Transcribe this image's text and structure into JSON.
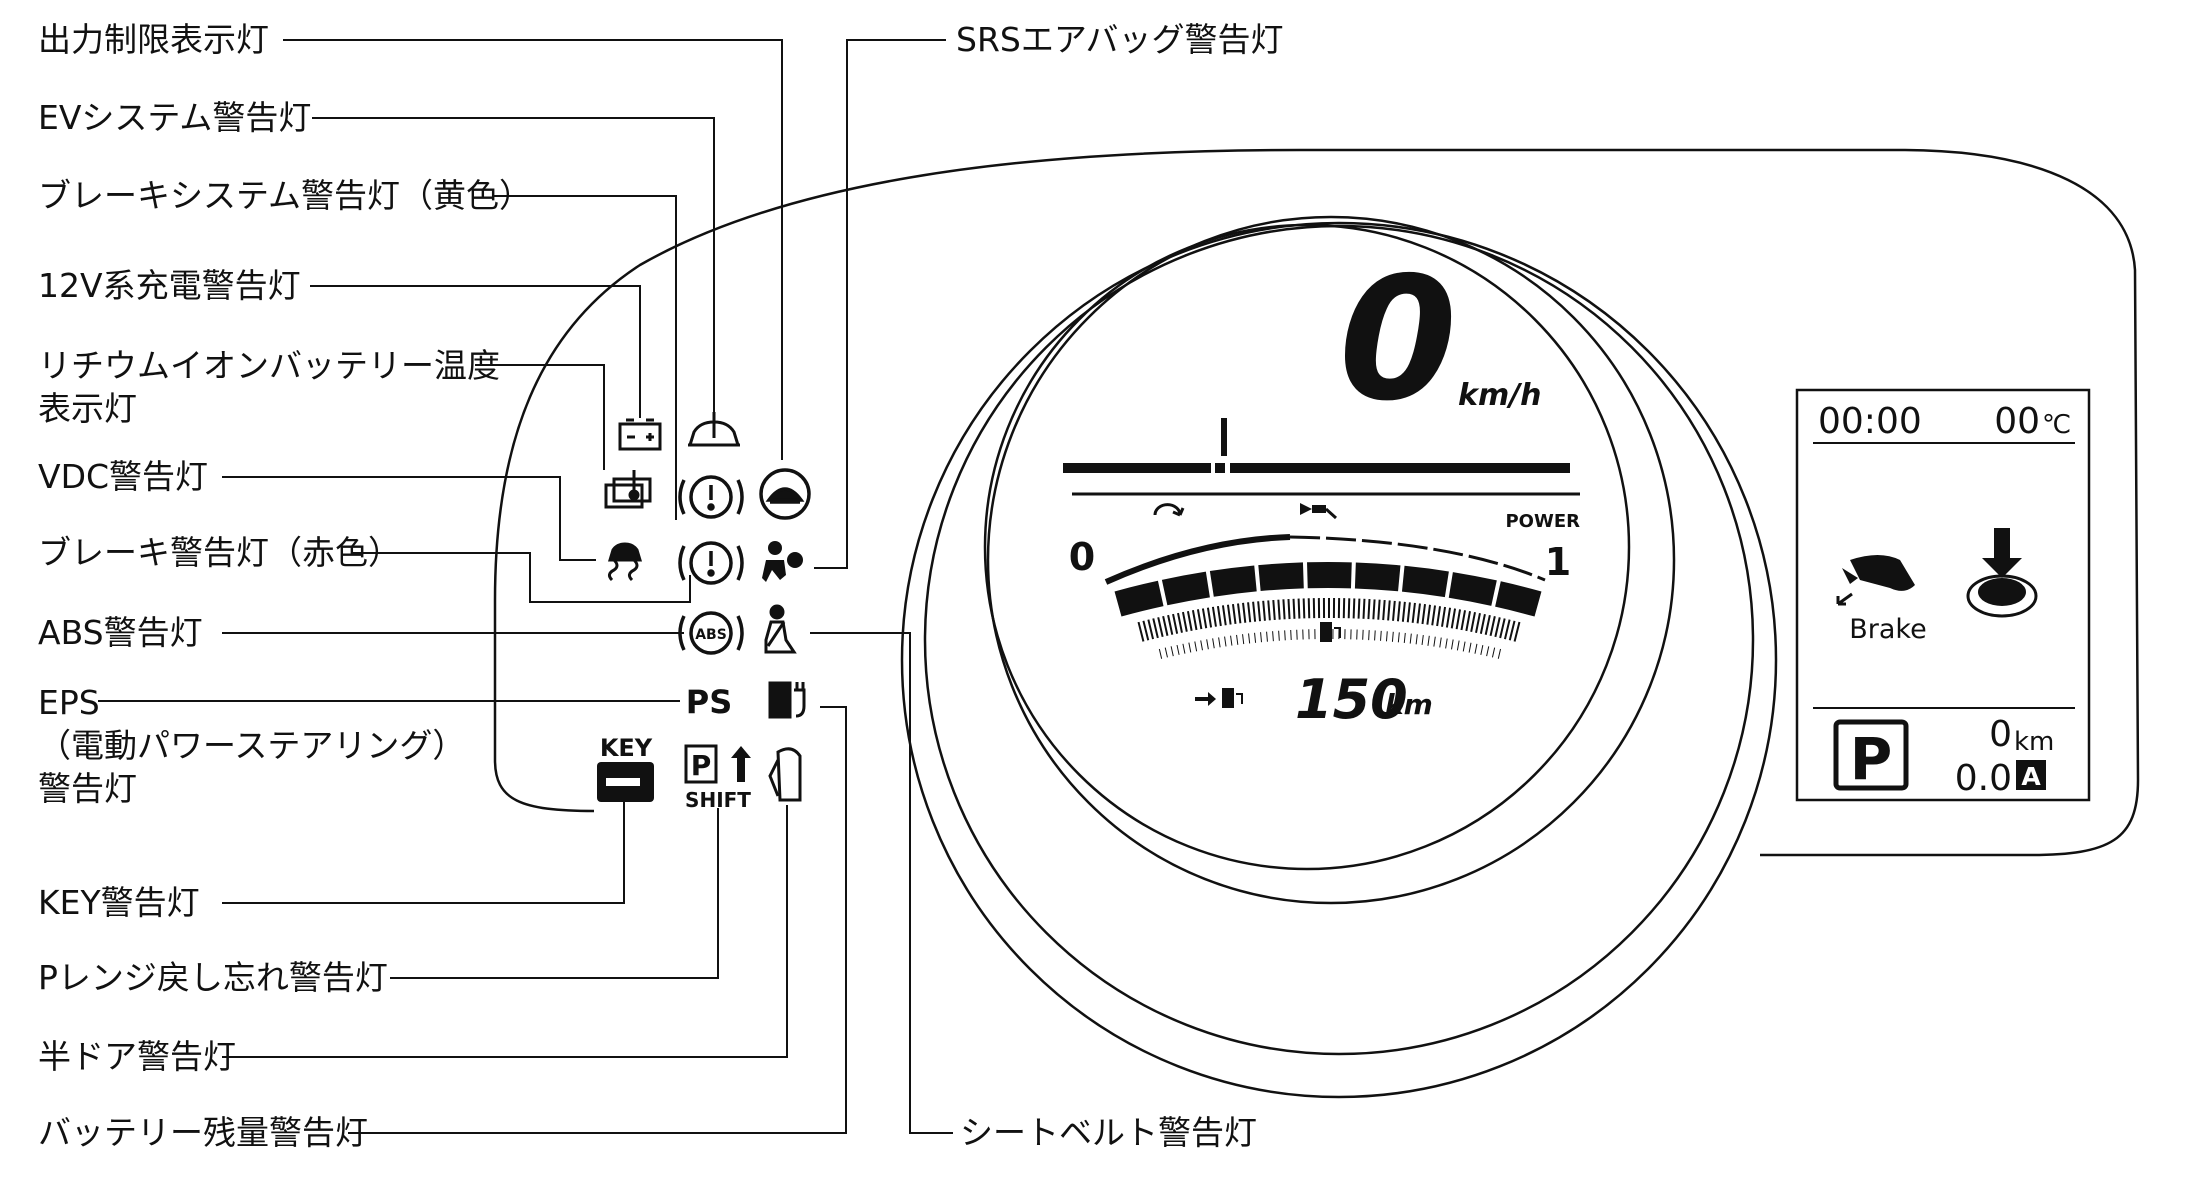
{
  "labels": {
    "power_limit": "出力制限表示灯",
    "ev_system": "EVシステム警告灯",
    "brake_system_yellow": "ブレーキシステム警告灯（黄色）",
    "charging_12v": "12V系充電警告灯",
    "li_ion_temp": "リチウムイオンバッテリー温度\n表示灯",
    "vdc": "VDC警告灯",
    "brake_red": "ブレーキ警告灯（赤色）",
    "abs": "ABS警告灯",
    "eps": "EPS\n（電動パワーステアリング）\n警告灯",
    "key": "KEY警告灯",
    "p_range": "Pレンジ戻し忘れ警告灯",
    "half_door": "半ドア警告灯",
    "battery_level": "バッテリー残量警告灯",
    "srs_airbag": "SRSエアバッグ警告灯",
    "seatbelt": "シートベルト警告灯"
  },
  "indicators": {
    "ps": "PS",
    "key": "KEY",
    "shift": "SHIFT",
    "abs": "ABS",
    "p": "P"
  },
  "center_display": {
    "speed": "0",
    "speed_unit": "km/h",
    "power_label": "POWER",
    "scale_min": "0",
    "scale_max": "1",
    "range_value": "150",
    "range_unit": "km"
  },
  "right_display": {
    "clock": "00:00",
    "temperature": "00",
    "temperature_unit": "℃",
    "brake_label": "Brake",
    "gear": "P",
    "odo_value": "0",
    "odo_unit": "km",
    "trip_value": "0.0",
    "trip_id": "A"
  },
  "icons": {
    "power_limit": "turtle-icon",
    "ev_system": "car-warning-icon",
    "brake_system": "brake-circle-icon",
    "charging_12v": "battery-icon",
    "li_ion_temp": "battery-temperature-icon",
    "vdc": "skid-car-icon",
    "abs": "abs-circle-icon",
    "airbag": "airbag-icon",
    "seatbelt": "seatbelt-icon",
    "battery_level": "charge-plug-icon",
    "key": "key-icon",
    "p_shift": "p-shift-icon",
    "door": "open-door-icon",
    "brake_pedal": "brake-pedal-icon",
    "parking": "parking-push-icon"
  }
}
